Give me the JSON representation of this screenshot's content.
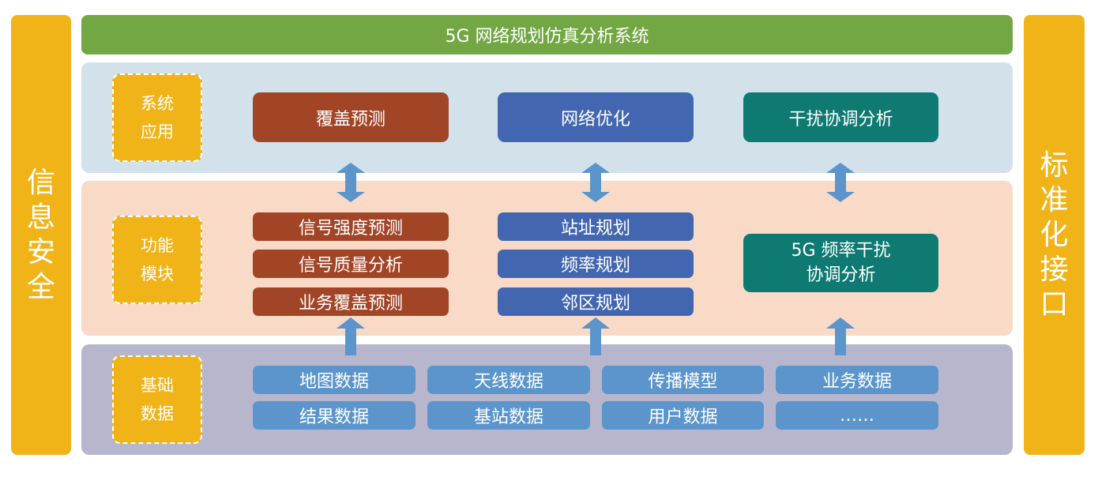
{
  "title": "5G 网络规划仿真分析系统",
  "left_label": "信息安全",
  "right_label": "标准化接口",
  "colors": {
    "yellow": "#f0b418",
    "green": "#73a743",
    "brown": "#a24527",
    "blue": "#4267b0",
    "teal": "#0e7a72",
    "light_blue": "#5b95cb",
    "arrow": "#5b95cb"
  },
  "layers": {
    "application": {
      "label": "系统应用",
      "items": [
        "覆盖预测",
        "网络优化",
        "干扰协调分析"
      ]
    },
    "function": {
      "label": "功能模块",
      "coverage_items": [
        "信号强度预测",
        "信号质量分析",
        "业务覆盖预测"
      ],
      "planning_items": [
        "站址规划",
        "频率规划",
        "邻区规划"
      ],
      "interference_line1": "5G 频率干扰",
      "interference_line2": "协调分析"
    },
    "data": {
      "label": "基础数据",
      "items": [
        "地图数据",
        "天线数据",
        "传播模型",
        "业务数据",
        "结果数据",
        "基站数据",
        "用户数据",
        "……"
      ]
    }
  },
  "arrows": {
    "app_function": "double-arrow-icon",
    "data_function": "up-arrow-icon"
  }
}
